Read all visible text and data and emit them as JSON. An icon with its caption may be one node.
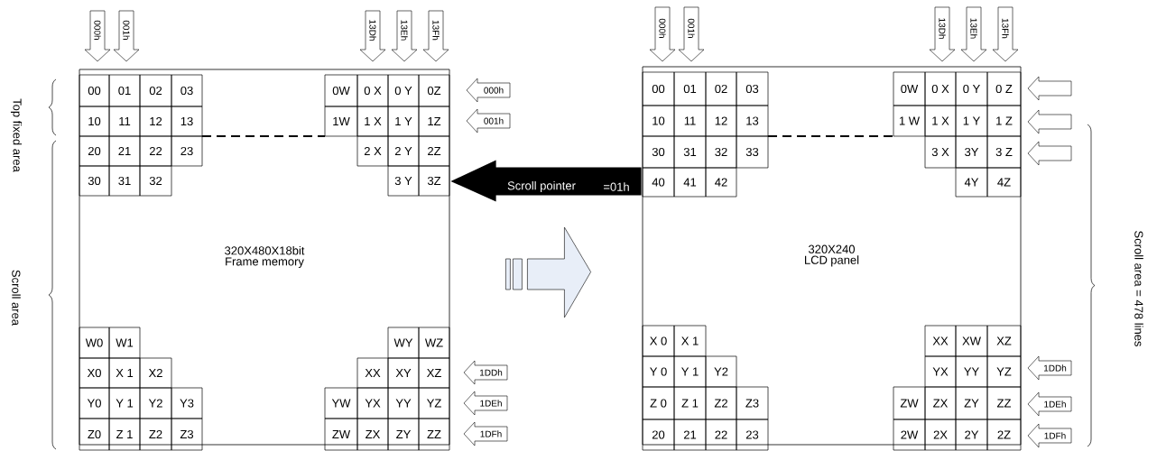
{
  "diagram": {
    "nodes": [
      {
        "text": [
          "320X480X18bit Frame memory"
        ]
      },
      {
        "text": [
          "320X240 LCD panel"
        ]
      }
    ],
    "edges": [
      {
        "from": 0,
        "to": 1,
        "arrow": "to"
      },
      {
        "from": 1,
        "to": 0,
        "arrow": "to",
        "label": "Scroll pointer",
        "color": "#000000"
      }
    ],
    "labels": [
      "Top fixed area",
      "Scroll area",
      "000h",
      "001h",
      "13Dh",
      "13Eh",
      "13Fh",
      "000h",
      "001h",
      "13Dh",
      "13Eh",
      "13Fh",
      "00",
      "01",
      "02",
      "03",
      "10",
      "11",
      "12",
      "13",
      "20",
      "21",
      "22",
      "23",
      "30",
      "31",
      "32",
      "0W",
      "0 X",
      "0 Y",
      "0Z",
      "1W",
      "1 X",
      "1 Y",
      "1Z",
      "2 X",
      "2 Y",
      "2Z",
      "3 Y",
      "3Z",
      "000h",
      "001h",
      "=01h",
      "W0",
      "W1",
      "X0",
      "X 1",
      "X2",
      "Y0",
      "Y 1",
      "Y2",
      "Y3",
      "Z0",
      "Z 1",
      "Z2",
      "Z3",
      "WY",
      "WZ",
      "XX",
      "XY",
      "XZ",
      "YW",
      "YX",
      "YY",
      "YZ",
      "ZW",
      "ZX",
      "ZY",
      "ZZ",
      "1DDh",
      "1DEh",
      "1DFh",
      "00",
      "01",
      "02",
      "03",
      "10",
      "11",
      "12",
      "13",
      "30",
      "31",
      "32",
      "33",
      "40",
      "41",
      "42",
      "0W",
      "0 X",
      "0 Y",
      "0 Z",
      "1 W",
      "1 X",
      "1 Y",
      "1 Z",
      "3 X",
      "3Y",
      "3 Z",
      "4Y",
      "4Z",
      "X 0",
      "X 1",
      "Y 0",
      "Y 1",
      "Y2",
      "Z 0",
      "Z 1",
      "Z2",
      "Z3",
      "20",
      "21",
      "22",
      "23",
      "XX",
      "XW",
      "XZ",
      "YX",
      "YY",
      "YZ",
      "ZW",
      "ZX",
      "ZY",
      "ZZ",
      "2W",
      "2X",
      "2Y",
      "2Z",
      "1DDh",
      "1DEh",
      "1DFh",
      "Scroll area = 478 lines"
    ]
  }
}
